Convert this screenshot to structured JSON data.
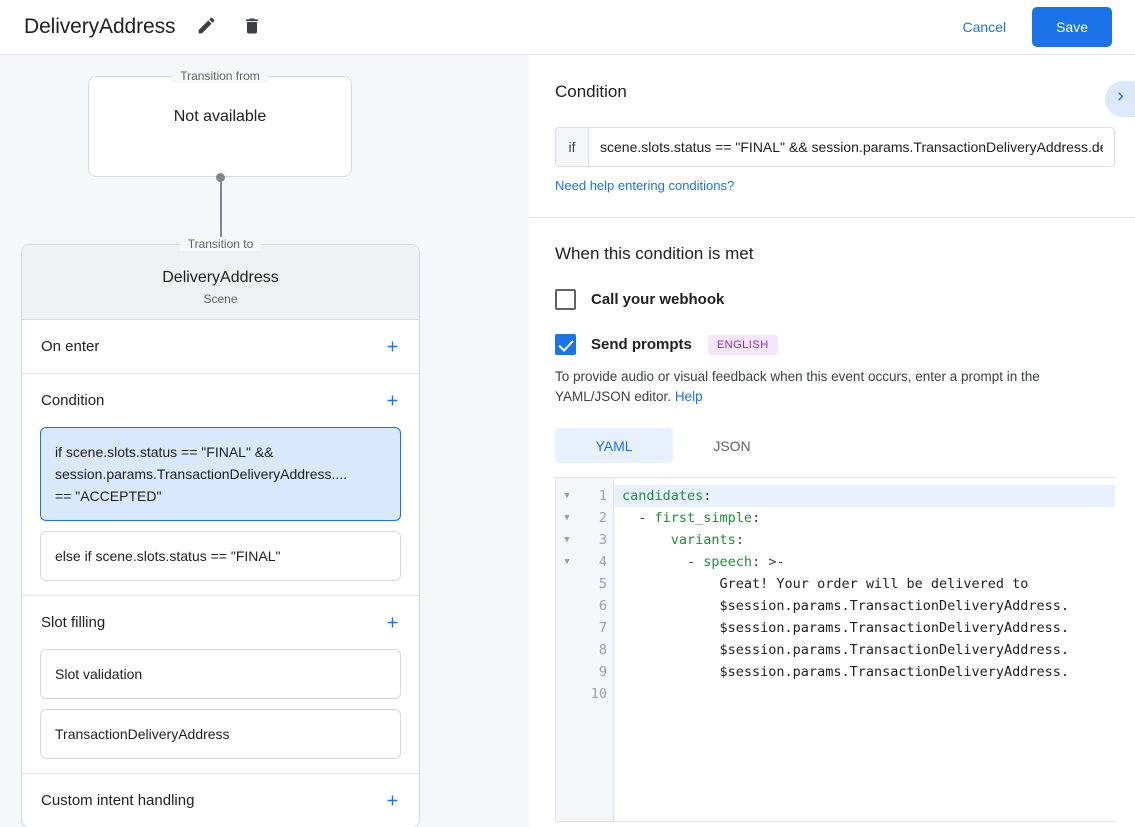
{
  "header": {
    "title": "DeliveryAddress",
    "edit_icon": "pencil-icon",
    "delete_icon": "trash-icon",
    "cancel_label": "Cancel",
    "save_label": "Save",
    "accent_color": "#1a73e8"
  },
  "canvas": {
    "transition_from": {
      "legend": "Transition from",
      "value": "Not available"
    },
    "transition_to": {
      "legend": "Transition to",
      "title": "DeliveryAddress",
      "subtitle": "Scene"
    },
    "sections": [
      {
        "title": "On enter",
        "add_icon": "plus-icon",
        "items": []
      },
      {
        "title": "Condition",
        "add_icon": "plus-icon",
        "items": [
          {
            "selected": true,
            "lines": [
              "if scene.slots.status == \"FINAL\" &&",
              "session.params.TransactionDeliveryAddress....",
              "== \"ACCEPTED\""
            ]
          },
          {
            "selected": false,
            "lines": [
              "else if scene.slots.status == \"FINAL\""
            ]
          }
        ]
      },
      {
        "title": "Slot filling",
        "add_icon": "plus-icon",
        "items": [
          {
            "selected": false,
            "lines": [
              "Slot validation"
            ]
          },
          {
            "selected": false,
            "lines": [
              "TransactionDeliveryAddress"
            ]
          }
        ]
      },
      {
        "title": "Custom intent handling",
        "add_icon": "plus-icon",
        "items": []
      }
    ]
  },
  "panel": {
    "condition": {
      "heading": "Condition",
      "if_label": "if",
      "if_value": "scene.slots.status == \"FINAL\" && session.params.TransactionDeliveryAddress.deliveryAddress.location == \"ACCEPTED\"",
      "help_link": "Need help entering conditions?",
      "expand_icon": "chevron-right-icon"
    },
    "when_met": {
      "heading": "When this condition is met",
      "webhook": {
        "label": "Call your webhook",
        "checked": false
      },
      "send_prompts": {
        "label": "Send prompts",
        "checked": true,
        "badge": "ENGLISH",
        "badge_bg": "#f5e6fd",
        "badge_fg": "#8430ce"
      },
      "helper_text": "To provide audio or visual feedback when this event occurs, enter a prompt in the YAML/JSON editor.",
      "helper_link": "Help"
    },
    "editor": {
      "tabs": [
        {
          "label": "YAML",
          "active": true
        },
        {
          "label": "JSON",
          "active": false
        }
      ],
      "line_numbers": [
        "1",
        "2",
        "3",
        "4",
        "5",
        "6",
        "7",
        "8",
        "9",
        "10"
      ],
      "fold_arrows": [
        "▼",
        "▼",
        "▼",
        "▼"
      ],
      "lines": [
        {
          "n": 1,
          "highlighted": true,
          "tokens": [
            {
              "t": "candidates",
              "c": "key"
            },
            {
              "t": ":",
              "c": "punc"
            }
          ]
        },
        {
          "n": 2,
          "highlighted": false,
          "tokens": [
            {
              "t": "  - ",
              "c": "punc"
            },
            {
              "t": "first_simple",
              "c": "key"
            },
            {
              "t": ":",
              "c": "punc"
            }
          ]
        },
        {
          "n": 3,
          "highlighted": false,
          "tokens": [
            {
              "t": "      ",
              "c": "punc"
            },
            {
              "t": "variants",
              "c": "key"
            },
            {
              "t": ":",
              "c": "punc"
            }
          ]
        },
        {
          "n": 4,
          "highlighted": false,
          "tokens": [
            {
              "t": "        - ",
              "c": "punc"
            },
            {
              "t": "speech",
              "c": "key"
            },
            {
              "t": ": >-",
              "c": "punc"
            }
          ]
        },
        {
          "n": 5,
          "highlighted": false,
          "tokens": [
            {
              "t": "            Great! Your order will be delivered to",
              "c": "plain"
            }
          ]
        },
        {
          "n": 6,
          "highlighted": false,
          "tokens": [
            {
              "t": "            $session.params.TransactionDeliveryAddress.",
              "c": "plain"
            }
          ]
        },
        {
          "n": 7,
          "highlighted": false,
          "tokens": [
            {
              "t": "            $session.params.TransactionDeliveryAddress.",
              "c": "plain"
            }
          ]
        },
        {
          "n": 8,
          "highlighted": false,
          "tokens": [
            {
              "t": "            $session.params.TransactionDeliveryAddress.",
              "c": "plain"
            }
          ]
        },
        {
          "n": 9,
          "highlighted": false,
          "tokens": [
            {
              "t": "            $session.params.TransactionDeliveryAddress.",
              "c": "plain"
            }
          ]
        },
        {
          "n": 10,
          "highlighted": false,
          "tokens": [
            {
              "t": "",
              "c": "plain"
            }
          ]
        }
      ]
    }
  }
}
